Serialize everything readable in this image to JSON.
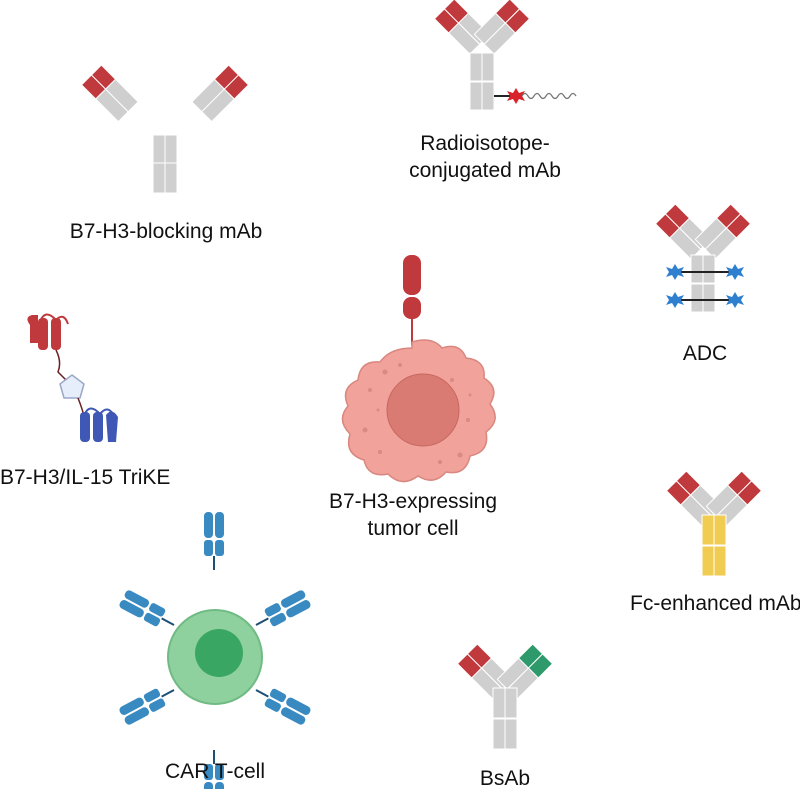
{
  "labels": {
    "blocking": "B7-H3-blocking mAb",
    "radio_line1": "Radioisotope-",
    "radio_line2": "conjugated mAb",
    "adc": "ADC",
    "trike": "B7-H3/IL-15 TriKE",
    "tumor_line1": "B7-H3-expressing",
    "tumor_line2": "tumor cell",
    "fc": "Fc-enhanced mAb",
    "car": "CAR T-cell",
    "bsab": "BsAb"
  },
  "colors": {
    "antigen_red": "#c0393d",
    "antibody_grey": "#c8c8c8",
    "fc_yellow": "#f0cc52",
    "bsab_green": "#2e9a6b",
    "adc_payload_blue": "#2f7fd1",
    "radio_star_red": "#d8232a",
    "il15_blue": "#3f58b5",
    "car_blue": "#3a8ac2",
    "cell_green": "#8fd19e",
    "nucleus_green": "#3aa663",
    "tumor_pink": "#f0a29b",
    "tumor_nucleus": "#d97b73"
  }
}
